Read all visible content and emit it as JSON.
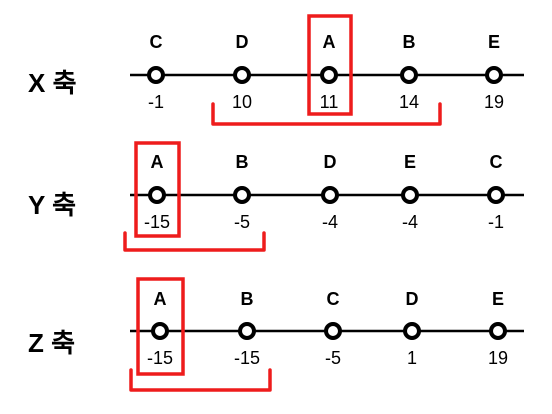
{
  "axes": [
    {
      "title": "X 축",
      "points": [
        {
          "label": "C",
          "value": "-1"
        },
        {
          "label": "D",
          "value": "10"
        },
        {
          "label": "A",
          "value": "11"
        },
        {
          "label": "B",
          "value": "14"
        },
        {
          "label": "E",
          "value": "19"
        }
      ],
      "highlight_color": "#ee1c1c"
    },
    {
      "title": "Y 축",
      "points": [
        {
          "label": "A",
          "value": "-15"
        },
        {
          "label": "B",
          "value": "-5"
        },
        {
          "label": "D",
          "value": "-4"
        },
        {
          "label": "E",
          "value": "-4"
        },
        {
          "label": "C",
          "value": "-1"
        }
      ],
      "highlight_color": "#ee1c1c"
    },
    {
      "title": "Z 축",
      "points": [
        {
          "label": "A",
          "value": "-15"
        },
        {
          "label": "B",
          "value": "-15"
        },
        {
          "label": "C",
          "value": "-5"
        },
        {
          "label": "D",
          "value": "1"
        },
        {
          "label": "E",
          "value": "19"
        }
      ],
      "highlight_color": "#ee1c1c"
    }
  ]
}
